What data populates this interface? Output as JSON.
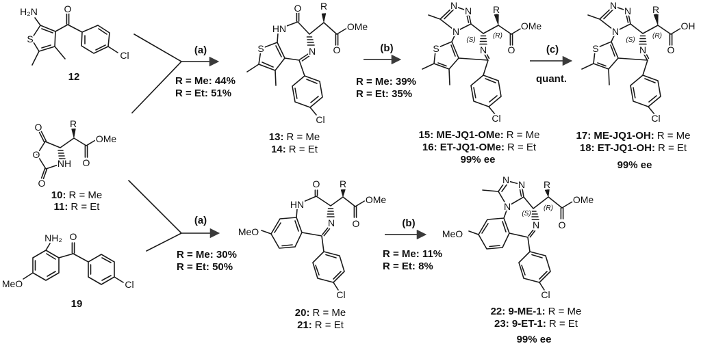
{
  "scheme": {
    "background": "#ffffff",
    "ink": "#1a1a1a"
  },
  "arrows": {
    "top_a": {
      "step": "(a)",
      "yields": [
        "R = Me: 44%",
        "R = Et: 51%"
      ]
    },
    "top_b": {
      "step": "(b)",
      "yields": [
        "R = Me: 39%",
        "R = Et: 35%"
      ]
    },
    "top_c": {
      "step": "(c)",
      "yields": [
        "quant."
      ]
    },
    "bot_a": {
      "step": "(a)",
      "yields": [
        "R = Me: 30%",
        "R = Et: 50%"
      ]
    },
    "bot_b": {
      "step": "(b)",
      "yields": [
        "R = Me: 11%",
        "R = Et: 8%"
      ]
    }
  },
  "compounds": {
    "c12": {
      "id": "12",
      "atoms": {
        "amine": "H₂N",
        "ketone_o": "O",
        "s": "S",
        "cl": "Cl"
      }
    },
    "c10_11": {
      "rows": [
        {
          "b": "10:",
          "r": "R = Me"
        },
        {
          "b": "11:",
          "r": "R = Et"
        }
      ],
      "atoms": {
        "o_top": "O",
        "o_ring": "O",
        "o_bottom": "O",
        "nh": "NH",
        "r": "R",
        "o_ester": "O",
        "ome": "OMe"
      }
    },
    "c19": {
      "id": "19",
      "atoms": {
        "amine": "NH₂",
        "ketone_o": "O",
        "meo": "MeO",
        "cl": "Cl"
      }
    },
    "c13_14": {
      "rows": [
        {
          "b": "13:",
          "r": "R = Me"
        },
        {
          "b": "14:",
          "r": "R = Et"
        }
      ],
      "atoms": {
        "hn": "HN",
        "o_amide": "O",
        "r": "R",
        "ome": "OMe",
        "s": "S",
        "n_imine": "N",
        "o_ester": "O",
        "cl": "Cl"
      }
    },
    "c15_16": {
      "rows": [
        {
          "b": "15: ME-JQ1-OMe:",
          "r": "R = Me"
        },
        {
          "b": "16: ET-JQ1-OMe:",
          "r": "R = Et"
        }
      ],
      "ee": "99% ee",
      "atoms": {
        "n1": "N",
        "n2": "N",
        "n4": "N",
        "s": "S",
        "stereo_s": "(S)",
        "stereo_r": "(R)",
        "r": "R",
        "ome": "OMe",
        "n_imine": "N",
        "o_ester": "O",
        "cl": "Cl"
      }
    },
    "c17_18": {
      "rows": [
        {
          "b": "17: ME-JQ1-OH:",
          "r": "R = Me"
        },
        {
          "b": "18: ET-JQ1-OH:",
          "r": "R = Et"
        }
      ],
      "ee": "99% ee",
      "atoms": {
        "n1": "N",
        "n2": "N",
        "n4": "N",
        "s": "S",
        "stereo_s": "(S)",
        "stereo_r": "(R)",
        "r": "R",
        "oh": "OH",
        "n_imine": "N",
        "o_ester": "O",
        "cl": "Cl"
      }
    },
    "c20_21": {
      "rows": [
        {
          "b": "20:",
          "r": "R = Me"
        },
        {
          "b": "21:",
          "r": "R = Et"
        }
      ],
      "atoms": {
        "hn": "HN",
        "o_amide": "O",
        "r": "R",
        "ome": "OMe",
        "meo": "MeO",
        "n_imine": "N",
        "o_ester": "O",
        "cl": "Cl"
      }
    },
    "c22_23": {
      "rows": [
        {
          "b": "22: 9-ME-1:",
          "r": "R = Me"
        },
        {
          "b": "23: 9-ET-1:",
          "r": "R = Et"
        }
      ],
      "ee": "99% ee",
      "atoms": {
        "n1": "N",
        "n2": "N",
        "n4": "N",
        "meo": "MeO",
        "stereo_s": "(S)",
        "stereo_r": "(R)",
        "r": "R",
        "ome": "OMe",
        "n_imine": "N",
        "o_ester": "O",
        "cl": "Cl"
      }
    }
  }
}
